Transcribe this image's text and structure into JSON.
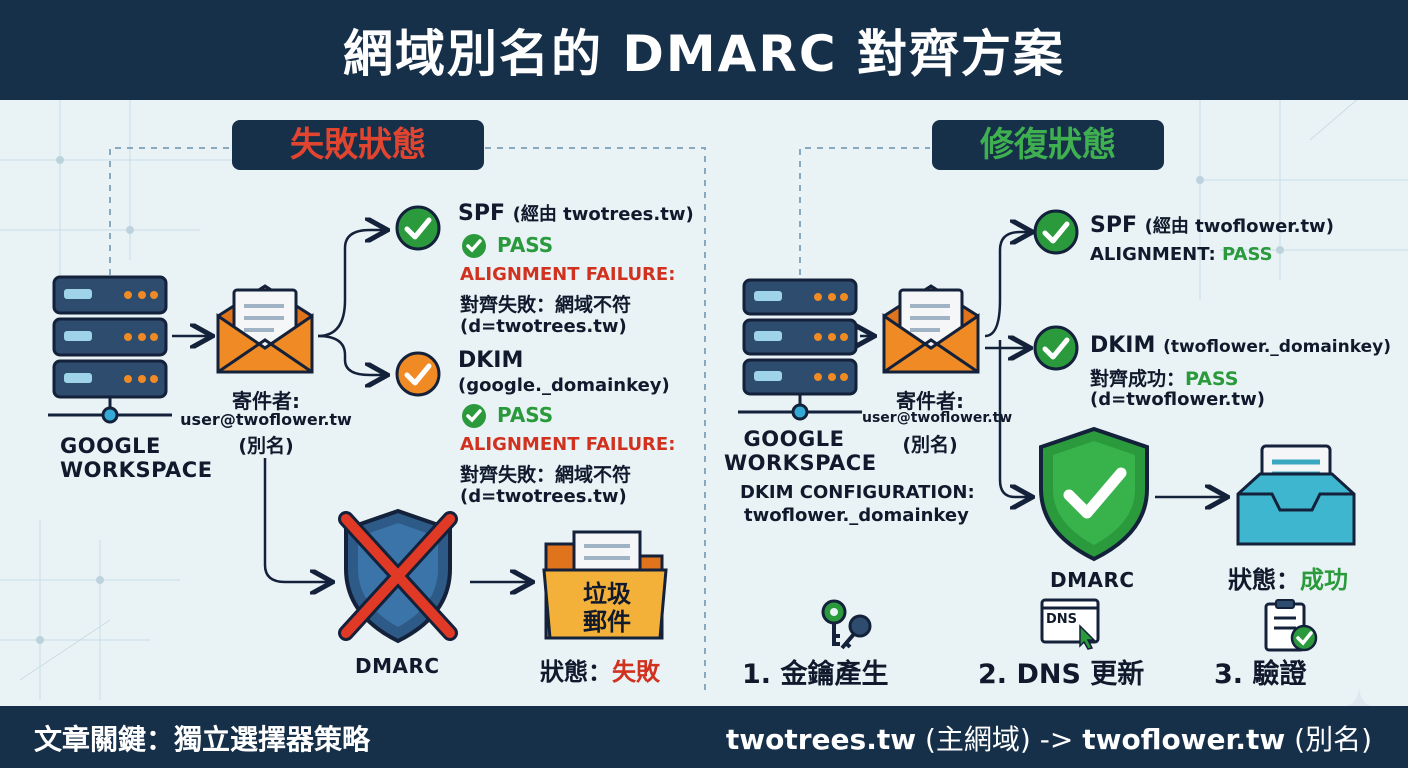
{
  "title": "網域別名的 DMARC 對齊方案",
  "failure": {
    "label": "失敗狀態",
    "source": "GOOGLE\nWORKSPACE",
    "sender_label": "寄件者:",
    "sender_email": "user@twoflower.tw",
    "sender_alias": "(別名)",
    "spf_title": "SPF",
    "spf_via": "(經由 twotrees.tw)",
    "spf_pass": "PASS",
    "spf_align": "ALIGNMENT FAILURE:",
    "spf_align_detail": "對齊失敗：網域不符",
    "spf_domain": "(d=twotrees.tw)",
    "dkim_title": "DKIM",
    "dkim_selector": "(google._domainkey)",
    "dkim_pass": "PASS",
    "dkim_align": "ALIGNMENT FAILURE:",
    "dkim_align_detail": "對齊失敗：網域不符",
    "dkim_domain": "(d=twotrees.tw)",
    "dmarc": "DMARC",
    "spam_line1": "垃圾",
    "spam_line2": "郵件",
    "status_label": "狀態：",
    "status_value": "失敗"
  },
  "fixed": {
    "label": "修復狀態",
    "source": "GOOGLE\nWORKSPACE",
    "sender_label": "寄件者:",
    "sender_email": "user@twoflower.tw",
    "sender_alias": "(別名)",
    "dkim_config": "DKIM CONFIGURATION:",
    "dkim_config_value": "twoflower._domainkey",
    "spf_title": "SPF",
    "spf_via": "(經由 twoflower.tw)",
    "spf_align_label": "ALIGNMENT:",
    "spf_align_value": "PASS",
    "dkim_title": "DKIM",
    "dkim_selector": "(twoflower._domainkey)",
    "dkim_align_label": "對齊成功：",
    "dkim_align_value": "PASS",
    "dkim_domain": "(d=twoflower.tw)",
    "dmarc": "DMARC",
    "status_label": "狀態：",
    "status_value": "成功",
    "steps": [
      {
        "label": "1. 金鑰產生",
        "icon": "key-icon"
      },
      {
        "label": "2. DNS 更新",
        "icon": "dns-update-icon",
        "badge": "DNS"
      },
      {
        "label": "3. 驗證",
        "icon": "clipboard-check-icon"
      }
    ]
  },
  "footer": {
    "left": "文章關鍵：獨立選擇器策略",
    "right_main": "twotrees.tw",
    "right_main_note": " (主網域) -> ",
    "right_alias": "twoflower.tw",
    "right_alias_note": " (別名)"
  },
  "colors": {
    "navy": "#17304a",
    "fail_red": "#e03a26",
    "pass_green": "#2a9a3c",
    "check_orange": "#f08a24",
    "envelope_orange": "#f08a24",
    "panel_label_fail": "#e2452f",
    "panel_label_fix": "#3fb04f"
  }
}
